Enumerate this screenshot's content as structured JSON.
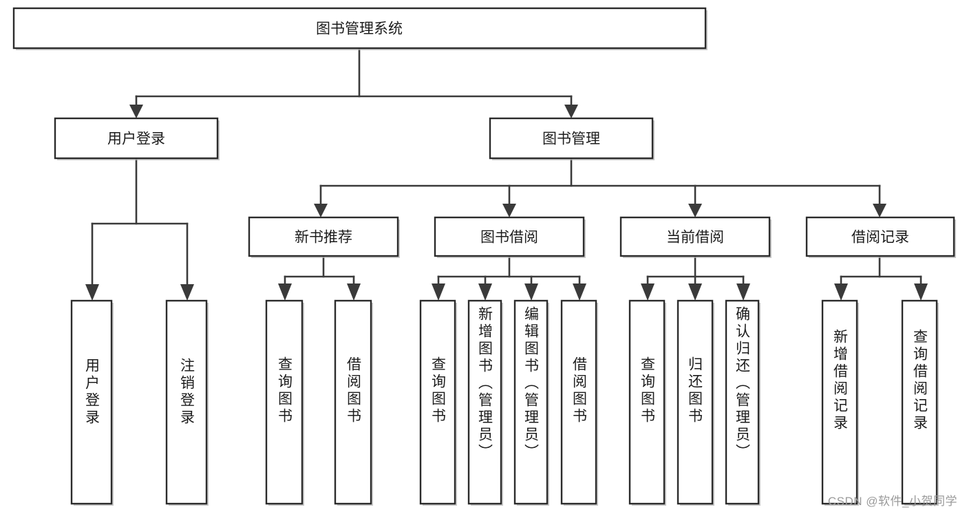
{
  "diagram": {
    "title": "图书管理系统",
    "type": "tree-hierarchy-diagram",
    "colors": {
      "box_stroke": "#2b2b2b",
      "box_fill": "#ffffff",
      "connector": "#3a3a3a",
      "text": "#1c1c1c",
      "watermark": "#9a9a9a",
      "background": "#ffffff"
    },
    "root": {
      "label": "图书管理系统"
    },
    "level2": [
      {
        "label": "用户登录"
      },
      {
        "label": "图书管理"
      }
    ],
    "level3": [
      {
        "label": "新书推荐"
      },
      {
        "label": "图书借阅"
      },
      {
        "label": "当前借阅"
      },
      {
        "label": "借阅记录"
      }
    ],
    "leaves": {
      "user_login": [
        {
          "label": "用户登录"
        },
        {
          "label": "注销登录"
        }
      ],
      "new_book_recommend": [
        {
          "label": "查询图书"
        },
        {
          "label": "借阅图书"
        }
      ],
      "book_borrow": [
        {
          "label": "查询图书"
        },
        {
          "label": "新增图书（管理员）"
        },
        {
          "label": "编辑图书（管理员）"
        },
        {
          "label": "借阅图书"
        }
      ],
      "current_borrow": [
        {
          "label": "查询图书"
        },
        {
          "label": "归还图书"
        },
        {
          "label": "确认归还（管理员）"
        }
      ],
      "borrow_record": [
        {
          "label": "新增借阅记录"
        },
        {
          "label": "查询借阅记录"
        }
      ]
    }
  },
  "watermark": {
    "text": "CSDN @软件_小贺同学"
  }
}
